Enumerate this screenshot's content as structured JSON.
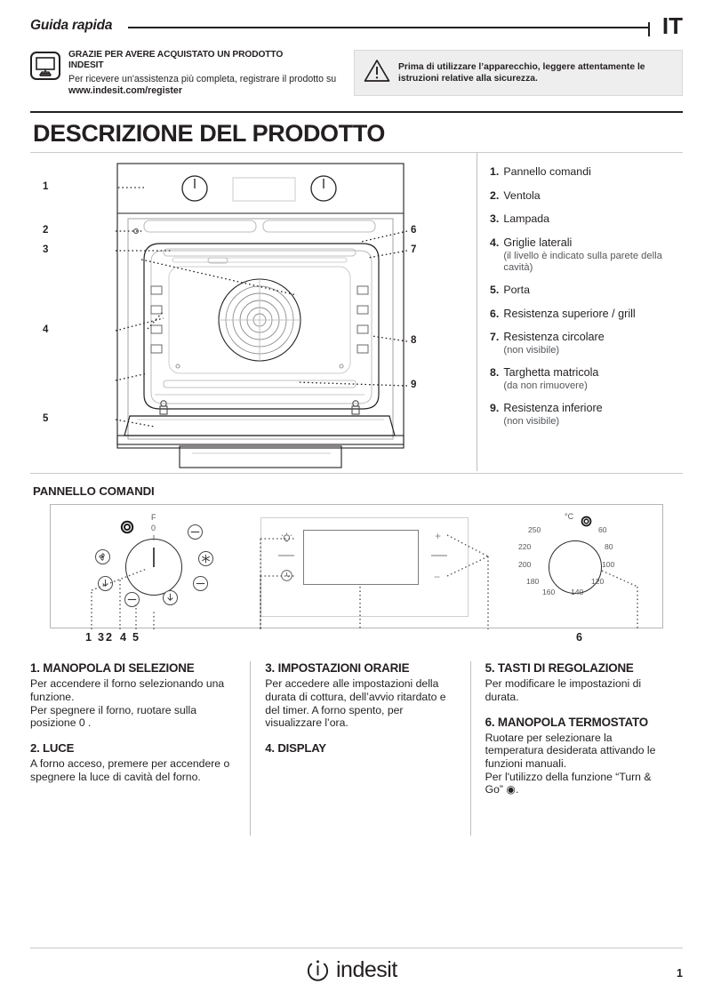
{
  "header": {
    "guide_title": "Guida rapida",
    "language": "IT"
  },
  "thanks": {
    "icon": "monitor-icon",
    "title_line1": "GRAZIE PER AVERE ACQUISTATO UN PRODOTTO",
    "title_line2": "INDESIT",
    "body_pre": "Per ricevere un'assistenza più completa, registrare il prodotto su ",
    "body_link": "www.indesit.com/register"
  },
  "warning": {
    "icon": "warning-triangle-icon",
    "line1": "Prima di utilizzare l’apparecchio, leggere attentamente le",
    "line2": "istruzioni relative alla sicurezza."
  },
  "section": {
    "title": "DESCRIZIONE DEL PRODOTTO"
  },
  "features": [
    {
      "num": "1.",
      "label": "Pannello comandi",
      "sub": ""
    },
    {
      "num": "2.",
      "label": "Ventola",
      "sub": ""
    },
    {
      "num": "3.",
      "label": "Lampada",
      "sub": ""
    },
    {
      "num": "4.",
      "label": "Griglie laterali",
      "sub": "(il livello è indicato sulla parete della cavità)"
    },
    {
      "num": "5.",
      "label": "Porta",
      "sub": ""
    },
    {
      "num": "6.",
      "label": "Resistenza superiore / grill",
      "sub": ""
    },
    {
      "num": "7.",
      "label": "Resistenza circolare",
      "sub": "(non visibile)"
    },
    {
      "num": "8.",
      "label": "Targhetta matricola",
      "sub": "(da non rimuovere)"
    },
    {
      "num": "9.",
      "label": "Resistenza inferiore",
      "sub": "(non visibile)"
    }
  ],
  "oven_callouts": [
    {
      "id": "1",
      "side": "left"
    },
    {
      "id": "2",
      "side": "left"
    },
    {
      "id": "3",
      "side": "left"
    },
    {
      "id": "4",
      "side": "left"
    },
    {
      "id": "5",
      "side": "left"
    },
    {
      "id": "6",
      "side": "right"
    },
    {
      "id": "7",
      "side": "right"
    },
    {
      "id": "8",
      "side": "right"
    },
    {
      "id": "9",
      "side": "right"
    }
  ],
  "control_panel": {
    "heading": "PANNELLO COMANDI",
    "selector_knob": {
      "off_label": "0",
      "pointer_label": "F",
      "turn_and_go_icon": "turn-and-go-icon"
    },
    "thermostat_knob": {
      "unit_label": "°C",
      "turn_and_go_icon": "turn-and-go-icon",
      "temperatures": [
        "250",
        "220",
        "200",
        "180",
        "160",
        "140",
        "120",
        "100",
        "80",
        "60"
      ]
    },
    "display": {
      "light_icon": "lamp-icon",
      "clock_icon": "clock-icon",
      "plus_label": "+",
      "minus_label": "−"
    },
    "callout_numbers_left": [
      "1",
      "3",
      "2",
      "4",
      "5"
    ],
    "callout_number_right": "6"
  },
  "descriptions": [
    {
      "title": "1. MANOPOLA DI SELEZIONE",
      "body": "Per accendere il forno selezionando una funzione.\nPer spegnere il forno, ruotare sulla posizione  0 ."
    },
    {
      "title": "2. LUCE",
      "body": "A forno acceso, premere per accendere o spegnere la luce di cavità del forno."
    },
    {
      "title": "3. IMPOSTAZIONI ORARIE",
      "body": "Per accedere alle impostazioni della durata di cottura, dell’avvio ritardato e del timer. A forno spento, per visualizzare l’ora."
    },
    {
      "title": "4. DISPLAY",
      "body": ""
    },
    {
      "title": "5. TASTI DI REGOLAZIONE",
      "body": "Per modificare le impostazioni di durata."
    },
    {
      "title": "6. MANOPOLA TERMOSTATO",
      "body": "Ruotare per selezionare la temperatura desiderata attivando le funzioni manuali.\nPer l'utilizzo della funzione “Turn & Go” ◉."
    }
  ],
  "footer": {
    "brand": "indesit",
    "page_number": "1"
  },
  "colors": {
    "ink": "#231f20",
    "grey_rule": "#c9c9c9",
    "warn_bg": "#eeeeee",
    "sub_text": "#54565a"
  }
}
